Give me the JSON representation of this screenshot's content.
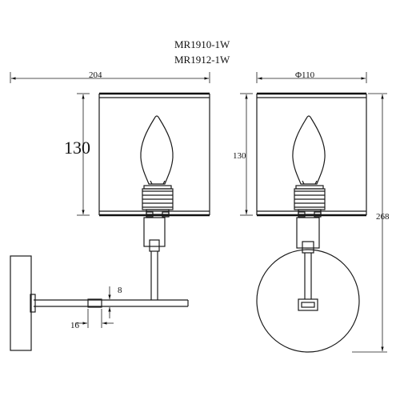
{
  "models": [
    "MR1910-1W",
    "MR1912-1W"
  ],
  "dimensions": {
    "width_side": "204",
    "height_shade_left": "130",
    "diameter_front": "Φ110",
    "height_shade_right": "130",
    "total_height": "268",
    "arm_thickness": "8",
    "arm_offset": "16"
  }
}
